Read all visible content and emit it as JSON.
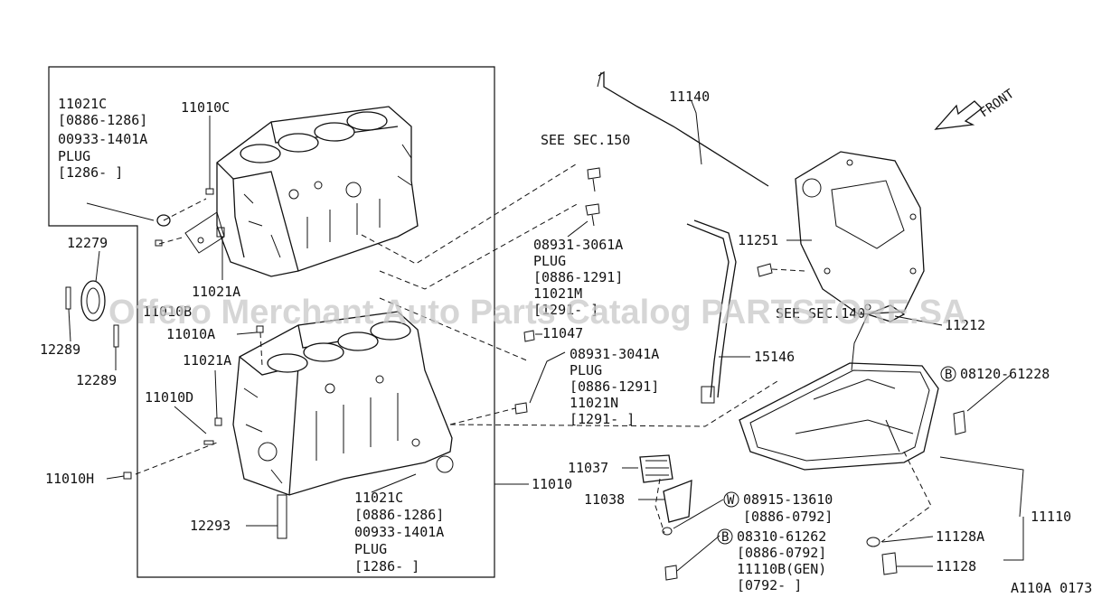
{
  "watermark": "Offero Merchant Auto Parts Catalog PARTSTORE.SA",
  "diagram_id": "A110A 0173",
  "front_label": "FRONT",
  "labels": {
    "p11021C_top": "11021C",
    "d0886_1286_top": "[0886-1286]",
    "p00933_top": "00933-1401A",
    "plug_top": "PLUG",
    "d1286_top": "[1286-   ]",
    "p11010C": "11010C",
    "p12279": "12279",
    "p12289a": "12289",
    "p12289b": "12289",
    "p11010B": "11010B",
    "p11021A_top": "11021A",
    "p11010A": "11010A",
    "p11021A_mid": "11021A",
    "p11010D": "11010D",
    "p11010H": "11010H",
    "p12293": "12293",
    "p11021C_bot": "11021C",
    "d0886_1286_bot": "[0886-1286]",
    "p00933_bot": "00933-1401A",
    "plug_bot": "PLUG",
    "d1286_bot": "[1286-   ]",
    "p11010": "11010",
    "see_sec150": "SEE SEC.150",
    "p11140": "11140",
    "p08931_3061A": "08931-3061A",
    "plug_mid1": "PLUG",
    "d0886_1291_a": "[0886-1291]",
    "p11021M": "11021M",
    "d1291_a": "[1291-   ]",
    "p11047": "11047",
    "p08931_3041A": "08931-3041A",
    "plug_mid2": "PLUG",
    "d0886_1291_b": "[0886-1291]",
    "p11021N": "11021N",
    "d1291_b": "[1291-   ]",
    "p15146": "15146",
    "p11251": "11251",
    "see_sec140": "SEE SEC.140",
    "p11212": "11212",
    "p08120": "08120-61228",
    "p11037": "11037",
    "p11038": "11038",
    "p08915": "08915-13610",
    "d0886_0792_a": "[0886-0792]",
    "p08310": "08310-61262",
    "d0886_0792_b": "[0886-0792]",
    "p11110B": "11110B(GEN)",
    "d0792": "[0792-   ]",
    "p11128A": "11128A",
    "p11128": "11128",
    "p11110": "11110",
    "circ_W": "W",
    "circ_B1": "B",
    "circ_B2": "B"
  }
}
